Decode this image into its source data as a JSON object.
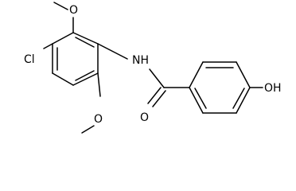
{
  "molecule": {
    "atom_labels": {
      "top_methoxy_oxygen": "O",
      "chlorine": "Cl",
      "amide_nitrogen": "NH",
      "carbonyl_oxygen": "O",
      "bottom_methoxy_oxygen": "O",
      "hydroxyl": "OH"
    }
  }
}
